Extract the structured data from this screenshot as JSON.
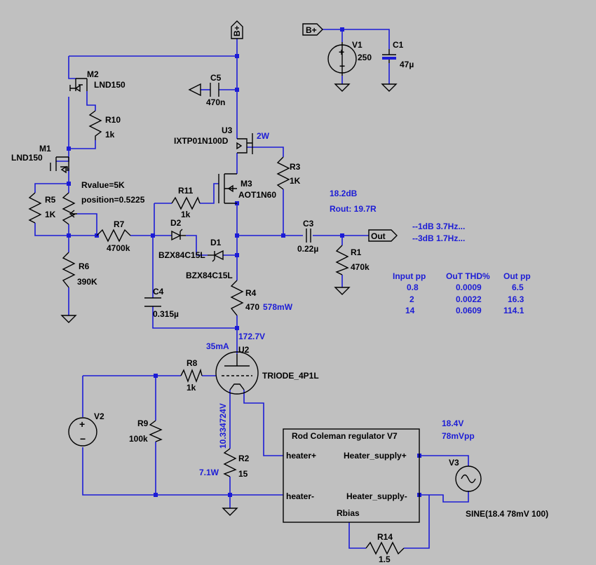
{
  "components": {
    "bplus_top": "B+",
    "bplus_left": "B+",
    "v1": {
      "name": "V1",
      "value": "250"
    },
    "c1": {
      "name": "C1",
      "value": "47µ"
    },
    "c5": {
      "name": "C5",
      "value": "470n"
    },
    "m2": {
      "name": "M2",
      "value": "LND150"
    },
    "m1": {
      "name": "M1",
      "value": "LND150"
    },
    "r10": {
      "name": "R10",
      "value": "1k"
    },
    "u3": {
      "name": "U3",
      "value": "IXTP01N100D",
      "power": "2W"
    },
    "r3": {
      "name": "R3",
      "value": "1K"
    },
    "m3": {
      "name": "M3",
      "value": "AOT1N60"
    },
    "r11": {
      "name": "R11",
      "value": "1k"
    },
    "r5": {
      "name": "R5",
      "value": "1K"
    },
    "pot": {
      "rvalue": "Rvalue=5K",
      "position": "position=0.5225"
    },
    "r7": {
      "name": "R7",
      "value": "4700k"
    },
    "d2": {
      "name": "D2",
      "value": "BZX84C15L"
    },
    "d1": {
      "name": "D1",
      "value": "BZX84C15L"
    },
    "c3": {
      "name": "C3",
      "value": "0.22µ"
    },
    "out": "Out",
    "r1": {
      "name": "R1",
      "value": "470k"
    },
    "r6": {
      "name": "R6",
      "value": "390K"
    },
    "c4": {
      "name": "C4",
      "value": "0.315µ"
    },
    "r4": {
      "name": "R4",
      "value": "470",
      "power": "578mW"
    },
    "u2": {
      "name": "U2",
      "value": "TRIODE_4P1L"
    },
    "r8": {
      "name": "R8",
      "value": "1k"
    },
    "v2": {
      "name": "V2"
    },
    "r9": {
      "name": "R9",
      "value": "100k"
    },
    "r2": {
      "name": "R2",
      "value": "15",
      "power": "7.1W"
    },
    "regulator": {
      "title": "Rod Coleman regulator V7",
      "heater_plus": "heater+",
      "heater_minus": "heater-",
      "supply_plus": "Heater_supply+",
      "supply_minus": "Heater_supply-",
      "rbias": "Rbias"
    },
    "v3": {
      "name": "V3",
      "source": "SINE(18.4 78mV 100)"
    },
    "r14": {
      "name": "R14",
      "value": "1.5"
    }
  },
  "annotations": {
    "gain": "18.2dB",
    "rout": "Rout: 19.7R",
    "bw1": "--1dB  3.7Hz...",
    "bw3": "--3dB  1.7Hz...",
    "anode_voltage": "172.7V",
    "current": "35mA",
    "grid_voltage": "10.334724V",
    "supply_voltage": "18.4V",
    "ripple": "78mVpp"
  },
  "table": {
    "headers": [
      "Input pp",
      "OuT THD%",
      "Out pp"
    ],
    "rows": [
      [
        "0.8",
        "0.0009",
        "6.5"
      ],
      [
        "2",
        "0.0022",
        "16.3"
      ],
      [
        "14",
        "0.0609",
        "114.1"
      ]
    ]
  }
}
